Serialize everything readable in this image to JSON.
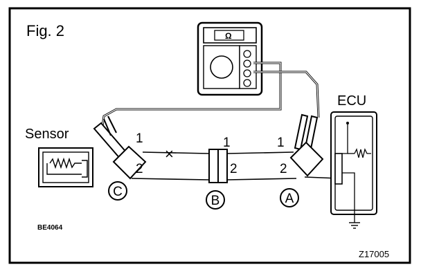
{
  "figure": {
    "title": "Fig. 2",
    "sensor_label": "Sensor",
    "ecu_label": "ECU",
    "connector_c": "C",
    "connector_b": "B",
    "connector_a": "A",
    "pin_1": "1",
    "pin_2": "2",
    "meter_symbol": "Ω",
    "open_circuit_mark": "×",
    "left_code": "BE4064",
    "right_code": "Z17005"
  },
  "colors": {
    "line": "#000000",
    "background": "#ffffff"
  },
  "icons": {
    "ohmmeter": "ohmmeter-icon",
    "ground": "ground-icon",
    "resistor": "resistor-icon"
  }
}
